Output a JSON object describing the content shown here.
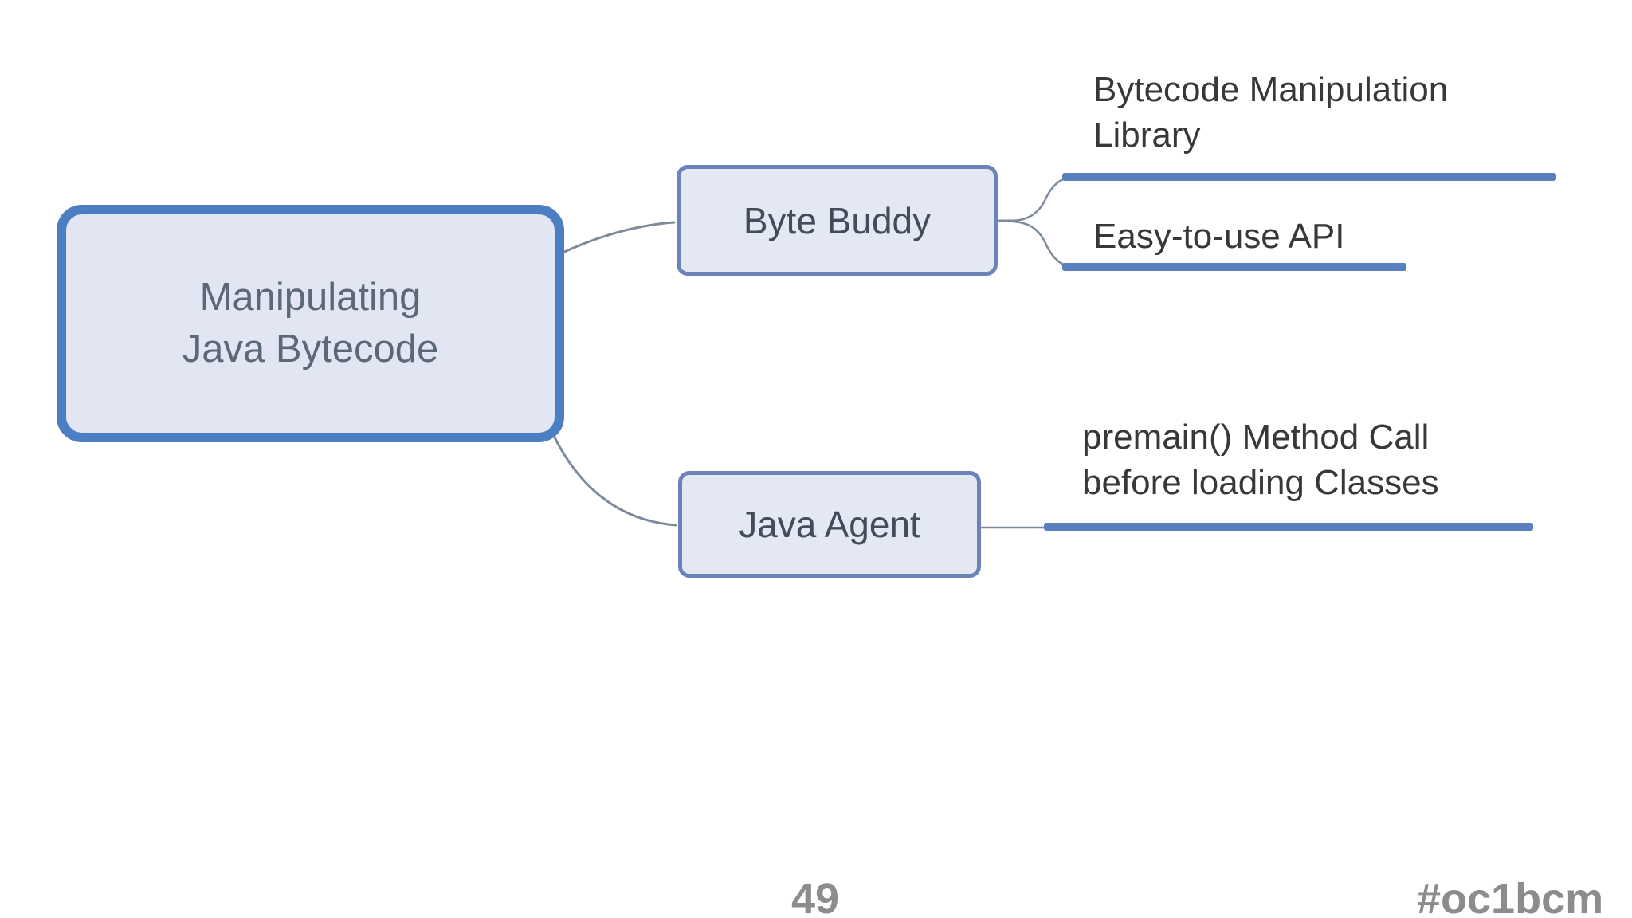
{
  "mindmap": {
    "root": {
      "label": "Manipulating\nJava Bytecode"
    },
    "branches": [
      {
        "node": {
          "label": "Byte Buddy"
        },
        "leaves": [
          {
            "label": "Bytecode Manipulation\nLibrary"
          },
          {
            "label": "Easy-to-use API"
          }
        ]
      },
      {
        "node": {
          "label": "Java Agent"
        },
        "leaves": [
          {
            "label": "premain() Method Call\nbefore loading Classes"
          }
        ]
      }
    ]
  },
  "footer": {
    "page_number": "49",
    "hashtag": "#oc1bcm"
  },
  "palette": {
    "root_border": "#4b7ec3",
    "child_border": "#6c82ba",
    "node_fill": "#e3e7f2",
    "underline_blue": "#587fc0",
    "connector_gray": "#7e8a99",
    "root_text": "#5c6777",
    "node_text": "#424c5c",
    "leaf_text": "#383838",
    "footer_text": "#8c8c8f",
    "background": "#ffffff"
  }
}
